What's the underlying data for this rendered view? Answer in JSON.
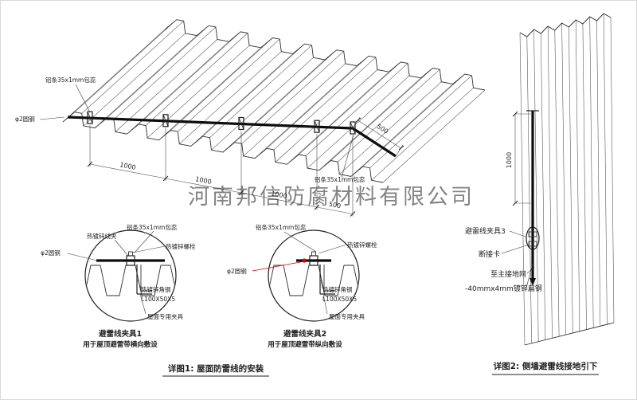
{
  "watermark": "河南邦信防腐材料有限公司",
  "colors": {
    "red": "#cc0000",
    "watermark": "#9a9a9a",
    "line": "#1d1d1d"
  },
  "roof_view": {
    "label_strip_left": "铝条35x1mm包蕊",
    "label_round_steel": "φ2圆钢",
    "label_strip_right": "铝条35x1mm包蕊",
    "dims": [
      "1000",
      "1000",
      "1000",
      "500",
      "500"
    ]
  },
  "detail1": {
    "label_wire_clamp": "热镀锌线夹",
    "label_strip": "铝条35x1mm包蕊",
    "label_bolt": "热镀锌螺栓",
    "label_round_steel": "φ2圆钢",
    "label_angle_steel": "热镀锌角钢",
    "label_angle_size": "L100X50X5",
    "label_roof_clamp": "屋面专用夹具",
    "title": "避雷线夹具1",
    "subtitle": "用于屋顶避雷带横向敷设"
  },
  "detail2": {
    "label_strip": "铝条35x1mm包蕊",
    "label_bolt": "热镀锌螺栓",
    "label_round_steel": "φ2圆钢",
    "label_angle_steel": "热镀锌角钢",
    "label_angle_size": "L100X50X5",
    "label_roof_clamp": "屋面专用夹具",
    "title": "避雷线夹具2",
    "subtitle": "用于屋顶避雷带纵向敷设"
  },
  "wall_view": {
    "dim": "1000",
    "label_clamp3": "避雷线夹具3",
    "label_disconnect": "断接卡",
    "label_to_ground": "至主接地网",
    "label_flat_steel": "-40mmx4mm镀锌扁钢"
  },
  "captions": {
    "detail1": "详图1: 屋面防雷线的安装",
    "detail2": "详图2: 侧墙避雷线接地引下"
  }
}
